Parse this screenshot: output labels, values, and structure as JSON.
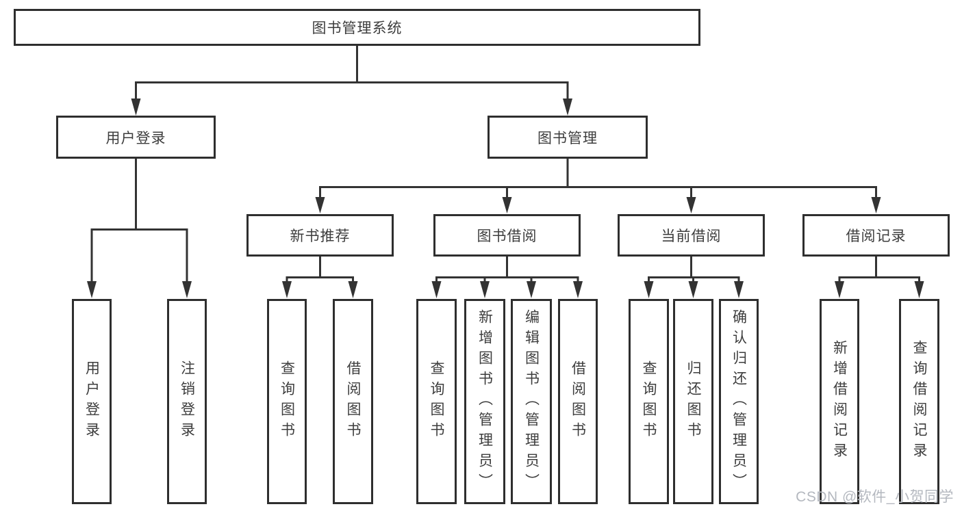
{
  "diagram": {
    "root": {
      "label": "图书管理系统"
    },
    "level1": [
      {
        "label": "用户登录"
      },
      {
        "label": "图书管理"
      }
    ],
    "level2": [
      {
        "label": "新书推荐"
      },
      {
        "label": "图书借阅"
      },
      {
        "label": "当前借阅"
      },
      {
        "label": "借阅记录"
      }
    ],
    "leaves": [
      {
        "label": "用户登录"
      },
      {
        "label": "注销登录"
      },
      {
        "label": "查询图书"
      },
      {
        "label": "借阅图书"
      },
      {
        "label": "查询图书"
      },
      {
        "label": "新增图书（管理员）"
      },
      {
        "label": "编辑图书（管理员）"
      },
      {
        "label": "借阅图书"
      },
      {
        "label": "查询图书"
      },
      {
        "label": "归还图书"
      },
      {
        "label": "确认归还（管理员）"
      },
      {
        "label": "新增借阅记录"
      },
      {
        "label": "查询借阅记录"
      }
    ]
  },
  "watermark": {
    "text": "CSDN @软件_小贺同学"
  },
  "colors": {
    "line": "#333333",
    "border": "#2e2e2e",
    "text": "#3d3d3d",
    "background": "#ffffff",
    "watermark": "#b4b8bf"
  }
}
